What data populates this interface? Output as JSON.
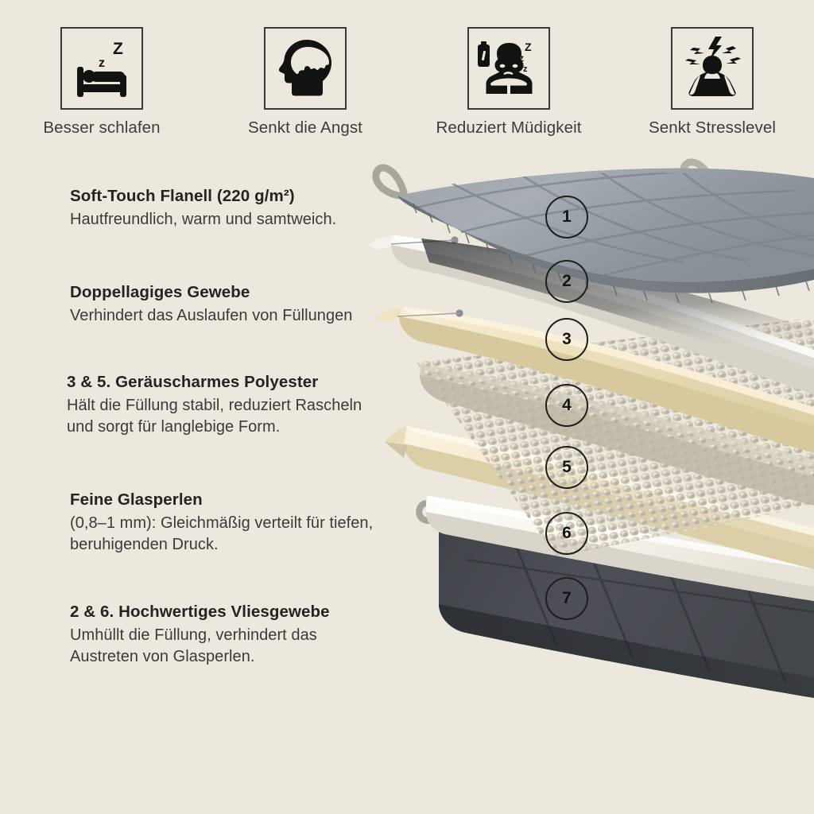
{
  "background_color": "#EDE8DD",
  "benefits": [
    {
      "icon": "sleeping-in-bed-zzz-icon",
      "label": "Besser schlafen"
    },
    {
      "icon": "head-brain-profile-icon",
      "label": "Senkt die Angst"
    },
    {
      "icon": "tired-person-battery-zzz-icon",
      "label": "Reduziert Müdigkeit"
    },
    {
      "icon": "stressed-person-lightning-icon",
      "label": "Senkt Stresslevel"
    }
  ],
  "features": [
    {
      "title": "Soft-Touch Flanell (220 g/m²)",
      "lines": [
        "Hautfreundlich, warm und samtweich."
      ]
    },
    {
      "title": "Doppellagiges Gewebe",
      "lines": [
        "Verhindert das Auslaufen von Füllungen"
      ]
    },
    {
      "title": "3 & 5. Geräuscharmes Polyester",
      "lines": [
        "Hält die Füllung stabil, reduziert Rascheln",
        "und sorgt für langlebige Form."
      ]
    },
    {
      "title": "Feine Glasperlen",
      "lines": [
        "(0,8–1 mm): Gleichmäßig verteilt für tiefen,",
        "beruhigenden Druck."
      ]
    },
    {
      "title": "2 & 6. Hochwertiges Vliesgewebe",
      "lines": [
        "Umhüllt die Füllung, verhindert das",
        "Austreten von Glasperlen."
      ]
    }
  ],
  "layer_badges": [
    {
      "number": "1",
      "layer": "soft-touch-flanell-top"
    },
    {
      "number": "2",
      "layer": "vliesgewebe-upper"
    },
    {
      "number": "3",
      "layer": "polyester-upper"
    },
    {
      "number": "4",
      "layer": "glasperlen-fill"
    },
    {
      "number": "5",
      "layer": "polyester-lower"
    },
    {
      "number": "6",
      "layer": "vliesgewebe-lower"
    },
    {
      "number": "7",
      "layer": "flanell-bottom"
    }
  ],
  "layer_colors": {
    "flanell_top": "#9AA0A6",
    "flanell_top_edge": "#6E7479",
    "vlies_white": "#F2F0EA",
    "polyester_cream": "#EFE3C4",
    "glass_beads": "#C9C3B3",
    "polyester_lower": "#F0E6CB",
    "vlies_lower": "#FAF8F3",
    "flanell_bottom": "#4A4D52",
    "loop_handle": "#A9A69C"
  }
}
